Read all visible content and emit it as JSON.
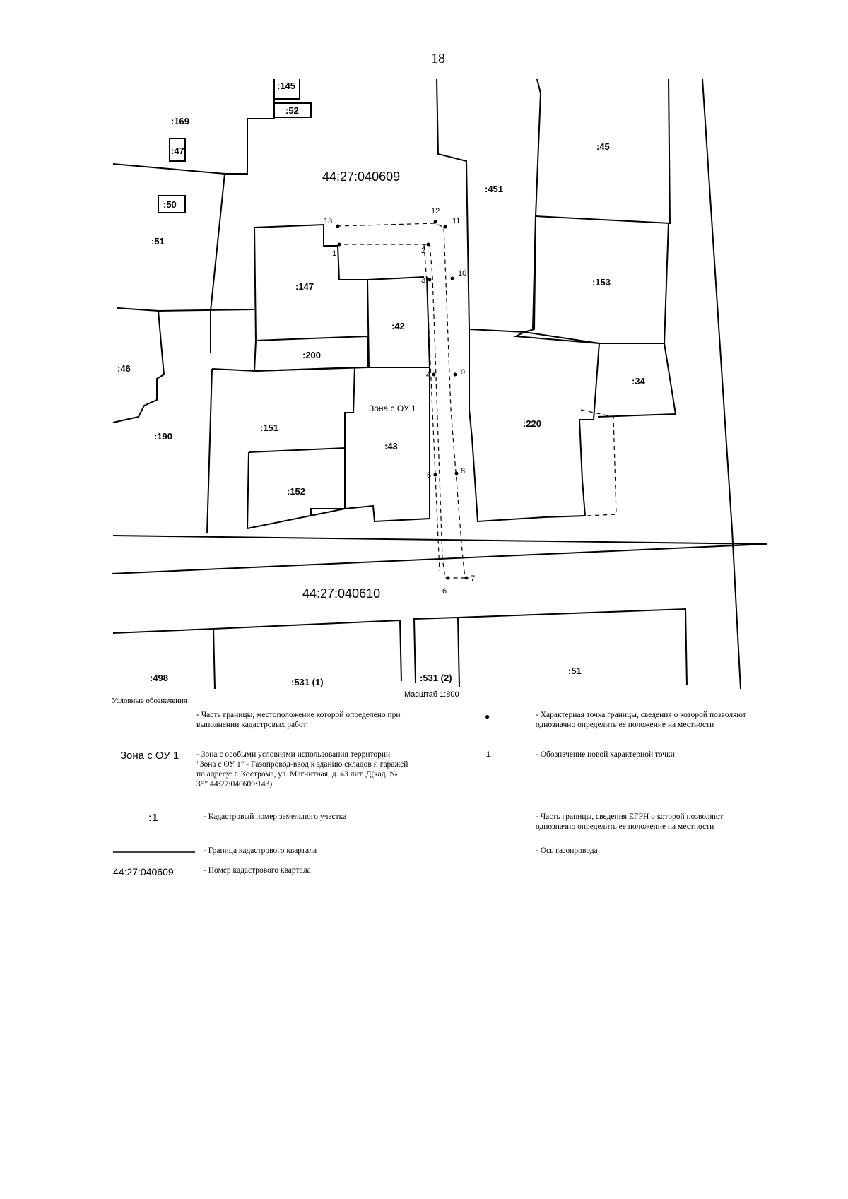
{
  "page_number": "18",
  "map": {
    "quarters": [
      {
        "id": "q1",
        "label": "44:27:040609"
      },
      {
        "id": "q2",
        "label": "44:27:040610"
      }
    ],
    "parcels": [
      ":145",
      ":52",
      ":169",
      ":47",
      ":50",
      ":51",
      ":45",
      ":451",
      ":153",
      ":147",
      ":42",
      ":200",
      ":46",
      ":34",
      ":151",
      ":190",
      ":220",
      ":43",
      ":152",
      ":498",
      ":531 (1)",
      ":531 (2)",
      ":51"
    ],
    "zone_label": "Зона с ОУ 1",
    "points": [
      "1",
      "2",
      "3",
      "4",
      "5",
      "6",
      "7",
      "8",
      "9",
      "10",
      "11",
      "12",
      "13"
    ],
    "scale": "Масштаб 1:800"
  },
  "legend": {
    "title": "Условные обозначения",
    "items": [
      {
        "symbol": "",
        "text": "- Часть границы, местоположение которой определено при выполнении кадастровых работ"
      },
      {
        "symbol": "Зона с ОУ 1",
        "text": "- Зона с особыми условиями использования территории \"Зона с ОУ 1\" - Газопровод-ввод к зданию складов и гаражей по адресу: г. Кострома, ул. Магнитная, д. 43 лит. Д(кад. № 35\" 44:27:040609:143)"
      },
      {
        "symbol": ":1",
        "text": "- Кадастровый номер земельного участка"
      },
      {
        "symbol": "",
        "text": "- Граница кадастрового квартала"
      },
      {
        "symbol": "44:27:040609",
        "text": "- Номер кадастрового квартала"
      },
      {
        "symbol": "",
        "text": "- Характерная точка границы, сведения о которой позволяют однозначно определить ее положение на местности"
      },
      {
        "symbol": "1",
        "text": "- Обозначение новой характерной точки"
      },
      {
        "symbol": "",
        "text": "- Часть границы, сведения ЕГРН о которой позволяют однозначно определить ее положение на местности"
      },
      {
        "symbol": "",
        "text": "- Ось газопровода"
      }
    ]
  }
}
